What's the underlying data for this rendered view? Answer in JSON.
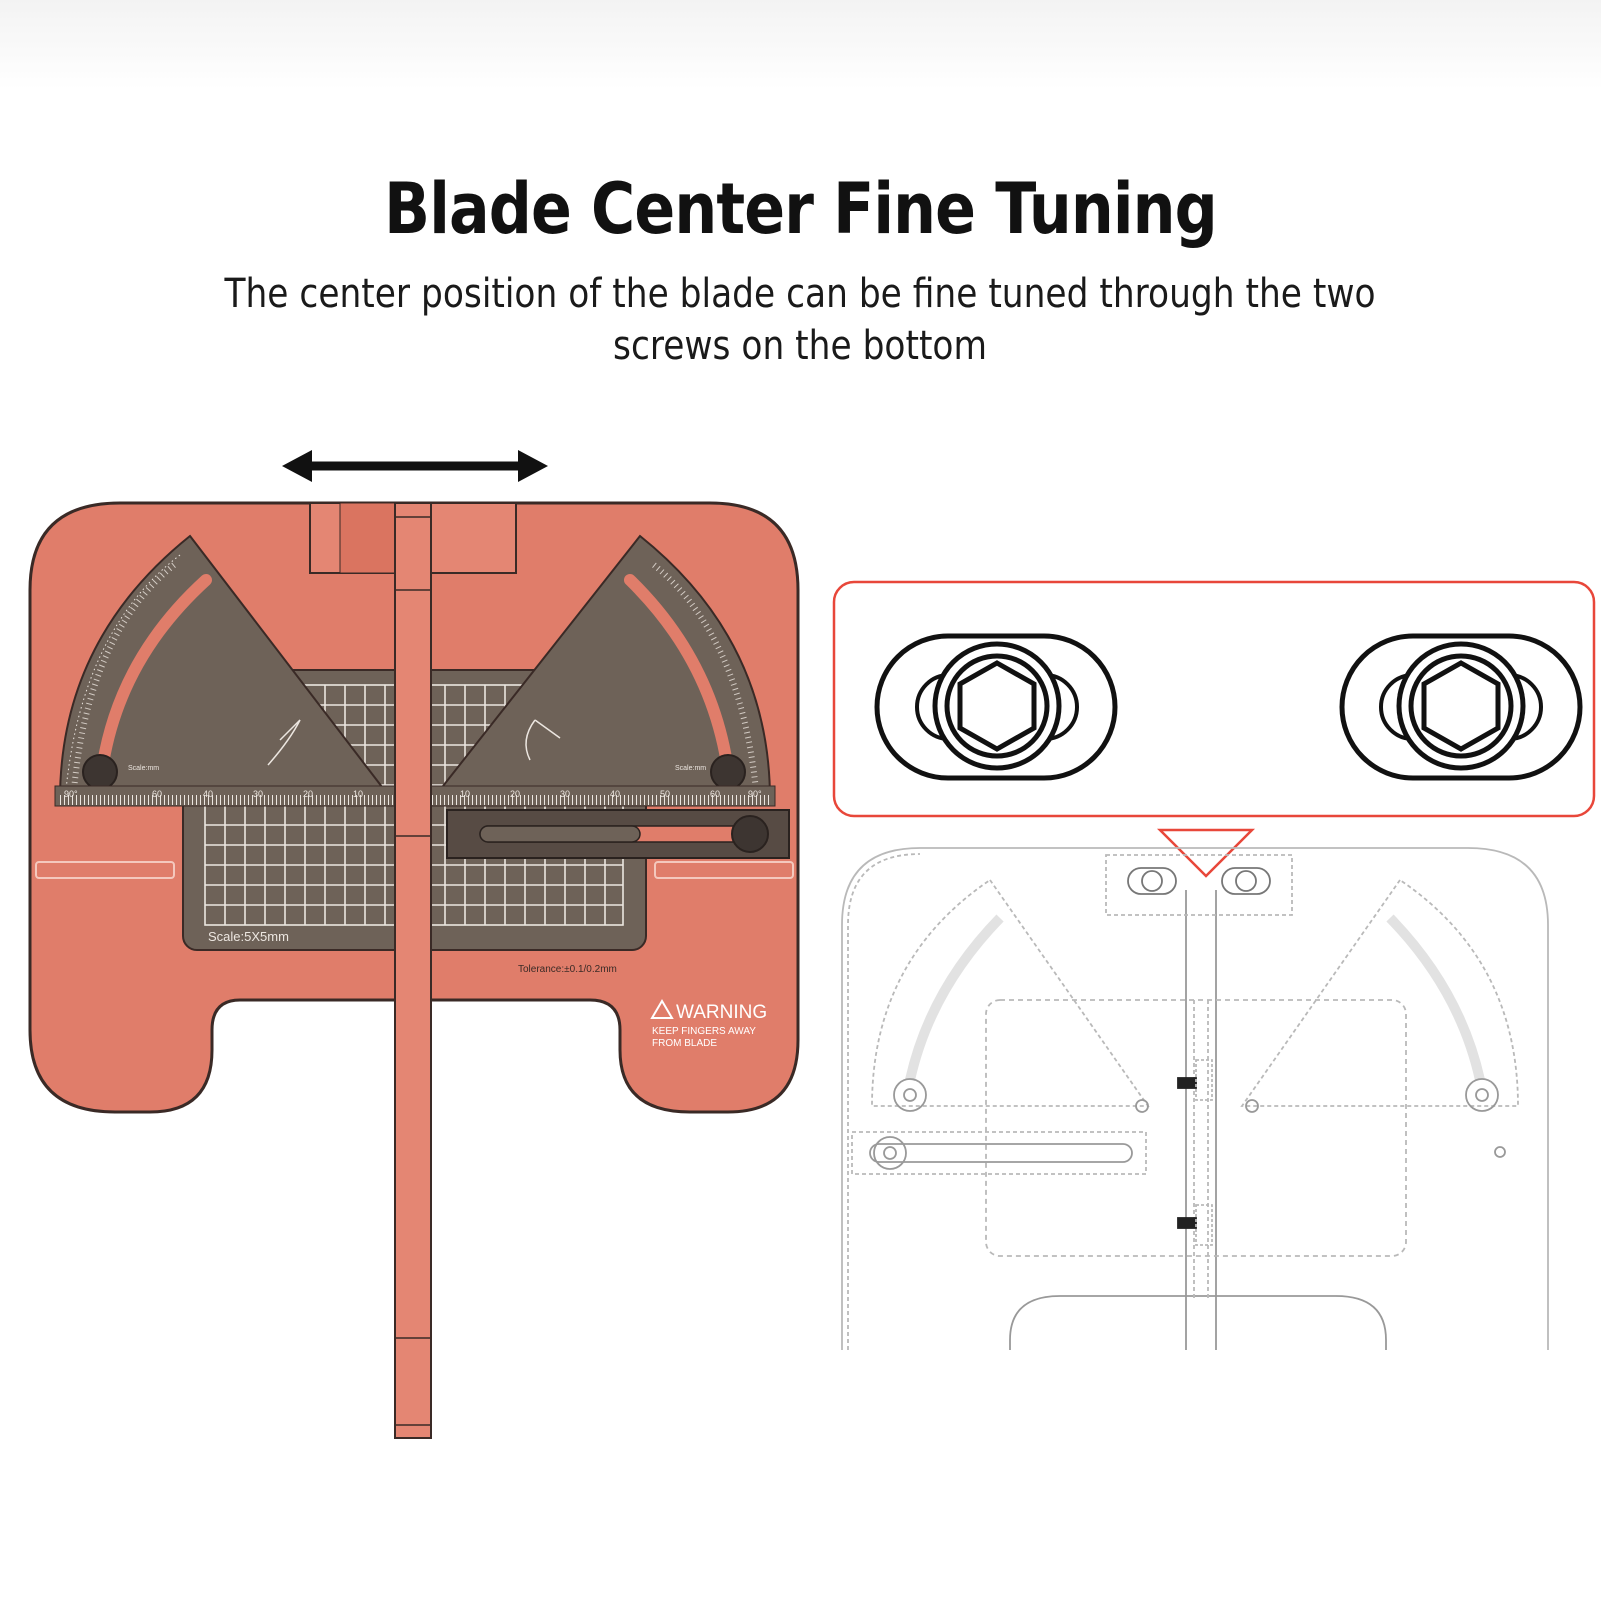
{
  "heading": {
    "title": "Blade Center Fine Tuning",
    "subtitle": "The center position of the blade can be fine tuned through the two screws on the bottom"
  },
  "product": {
    "grid_scale_label": "Scale:5X5mm",
    "tolerance_label": "Tolerance:±0.1/0.2mm",
    "warning_title": "WARNING",
    "warning_line1": "KEEP FINGERS AWAY",
    "warning_line2": "FROM BLADE",
    "left_scale_label": "Scale:mm",
    "right_scale_label": "Scale:mm",
    "ruler_left_numbers": [
      "90°",
      "60",
      "40",
      "30",
      "20",
      "10"
    ],
    "ruler_right_numbers": [
      "10",
      "20",
      "30",
      "40",
      "50",
      "60",
      "90°"
    ]
  },
  "colors": {
    "body": "#e07d6a",
    "body_outline": "#3a2a26",
    "insert": "#6e6258",
    "callout_border": "#e8473a",
    "drawing_line": "#b9b9b9"
  }
}
